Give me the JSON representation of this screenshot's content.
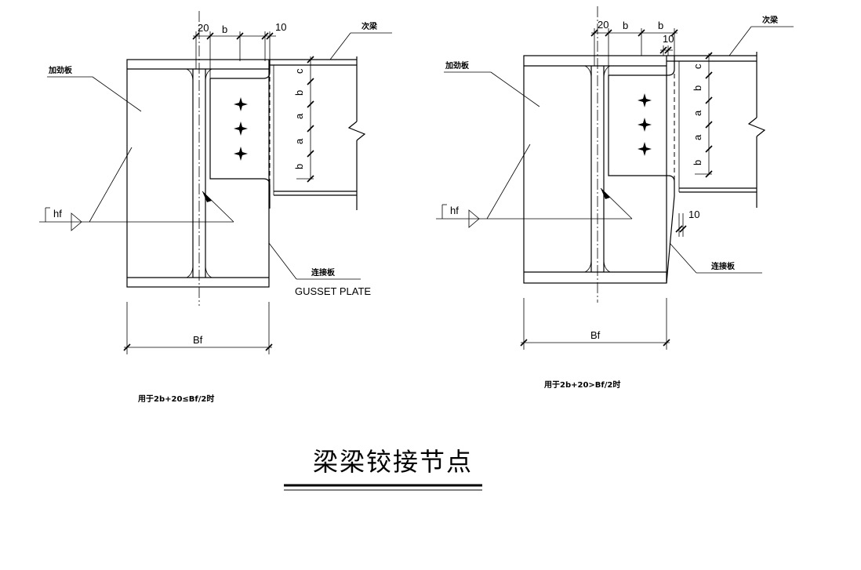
{
  "left": {
    "dim_20": "20",
    "dim_b": "b",
    "dim_10": "10",
    "label_secondary_beam": "次梁",
    "label_stiffener": "加劲板",
    "label_connection_plate": "连接板",
    "label_gusset": "GUSSET PLATE",
    "weld": "hf",
    "dim_bf": "Bf",
    "bolt_dims": [
      "c",
      "b",
      "a",
      "a",
      "b"
    ],
    "caption": "用于2b+20≤Bf/2时"
  },
  "right": {
    "dim_20": "20",
    "dim_b1": "b",
    "dim_b2": "b",
    "dim_10_top": "10",
    "dim_10_side": "10",
    "label_secondary_beam": "次梁",
    "label_stiffener": "加劲板",
    "label_connection_plate": "连接板",
    "weld": "hf",
    "dim_bf": "Bf",
    "bolt_dims": [
      "c",
      "b",
      "a",
      "a",
      "b"
    ],
    "caption": "用于2b+20>Bf/2时"
  },
  "title": "梁梁铰接节点"
}
